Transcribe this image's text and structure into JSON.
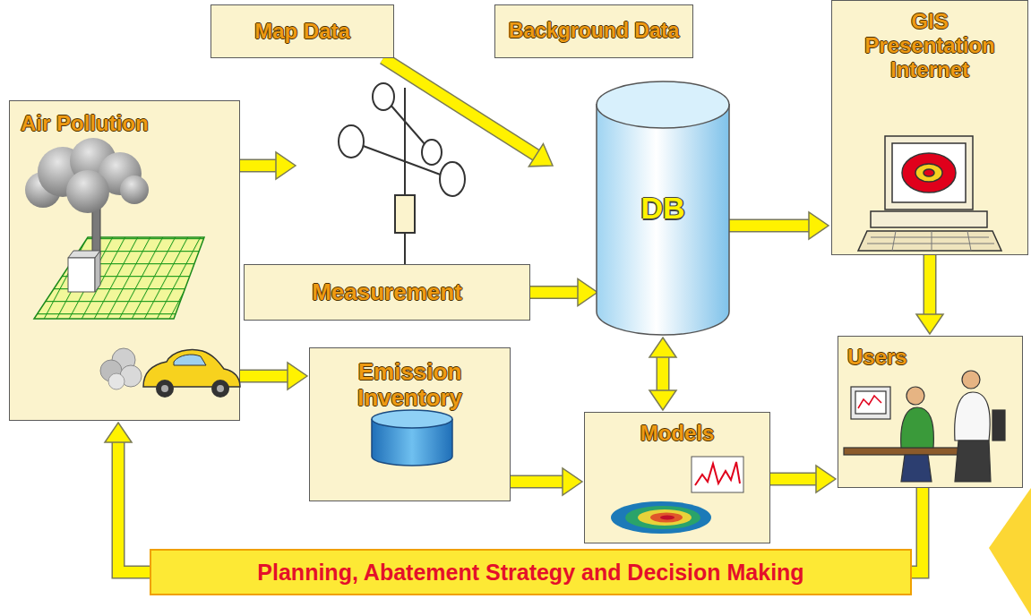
{
  "diagram": {
    "nodes": [
      {
        "text": [
          "Map Data"
        ]
      },
      {
        "text": [
          "Background Data"
        ]
      },
      {
        "text": [
          "GIS Presentation Internet"
        ]
      },
      {
        "text": [
          "Air Pollution"
        ]
      },
      {
        "text": [
          "Measurement"
        ]
      },
      {
        "text": [
          "DB"
        ]
      },
      {
        "text": [
          "Emission Inventory"
        ]
      },
      {
        "text": [
          "Users"
        ]
      },
      {
        "text": [
          "Models"
        ]
      },
      {
        "text": [
          "Planning, Abatement Strategy and Decision Making"
        ]
      }
    ],
    "edges": [
      {
        "from": 3,
        "to": 4,
        "arrow": "to"
      },
      {
        "from": 0,
        "to": 5,
        "arrow": "to"
      },
      {
        "from": 4,
        "to": 5,
        "arrow": "to"
      },
      {
        "from": 5,
        "to": 2,
        "arrow": "to"
      },
      {
        "from": 2,
        "to": 7,
        "arrow": "to"
      },
      {
        "from": 5,
        "to": 8,
        "arrow": "both"
      },
      {
        "from": 3,
        "to": 6,
        "arrow": "to"
      },
      {
        "from": 6,
        "to": 8,
        "arrow": "to"
      },
      {
        "from": 8,
        "to": 7,
        "arrow": "to"
      },
      {
        "from": 7,
        "to": 9,
        "arrow": "none"
      },
      {
        "from": 9,
        "to": 3,
        "arrow": "to"
      }
    ]
  }
}
